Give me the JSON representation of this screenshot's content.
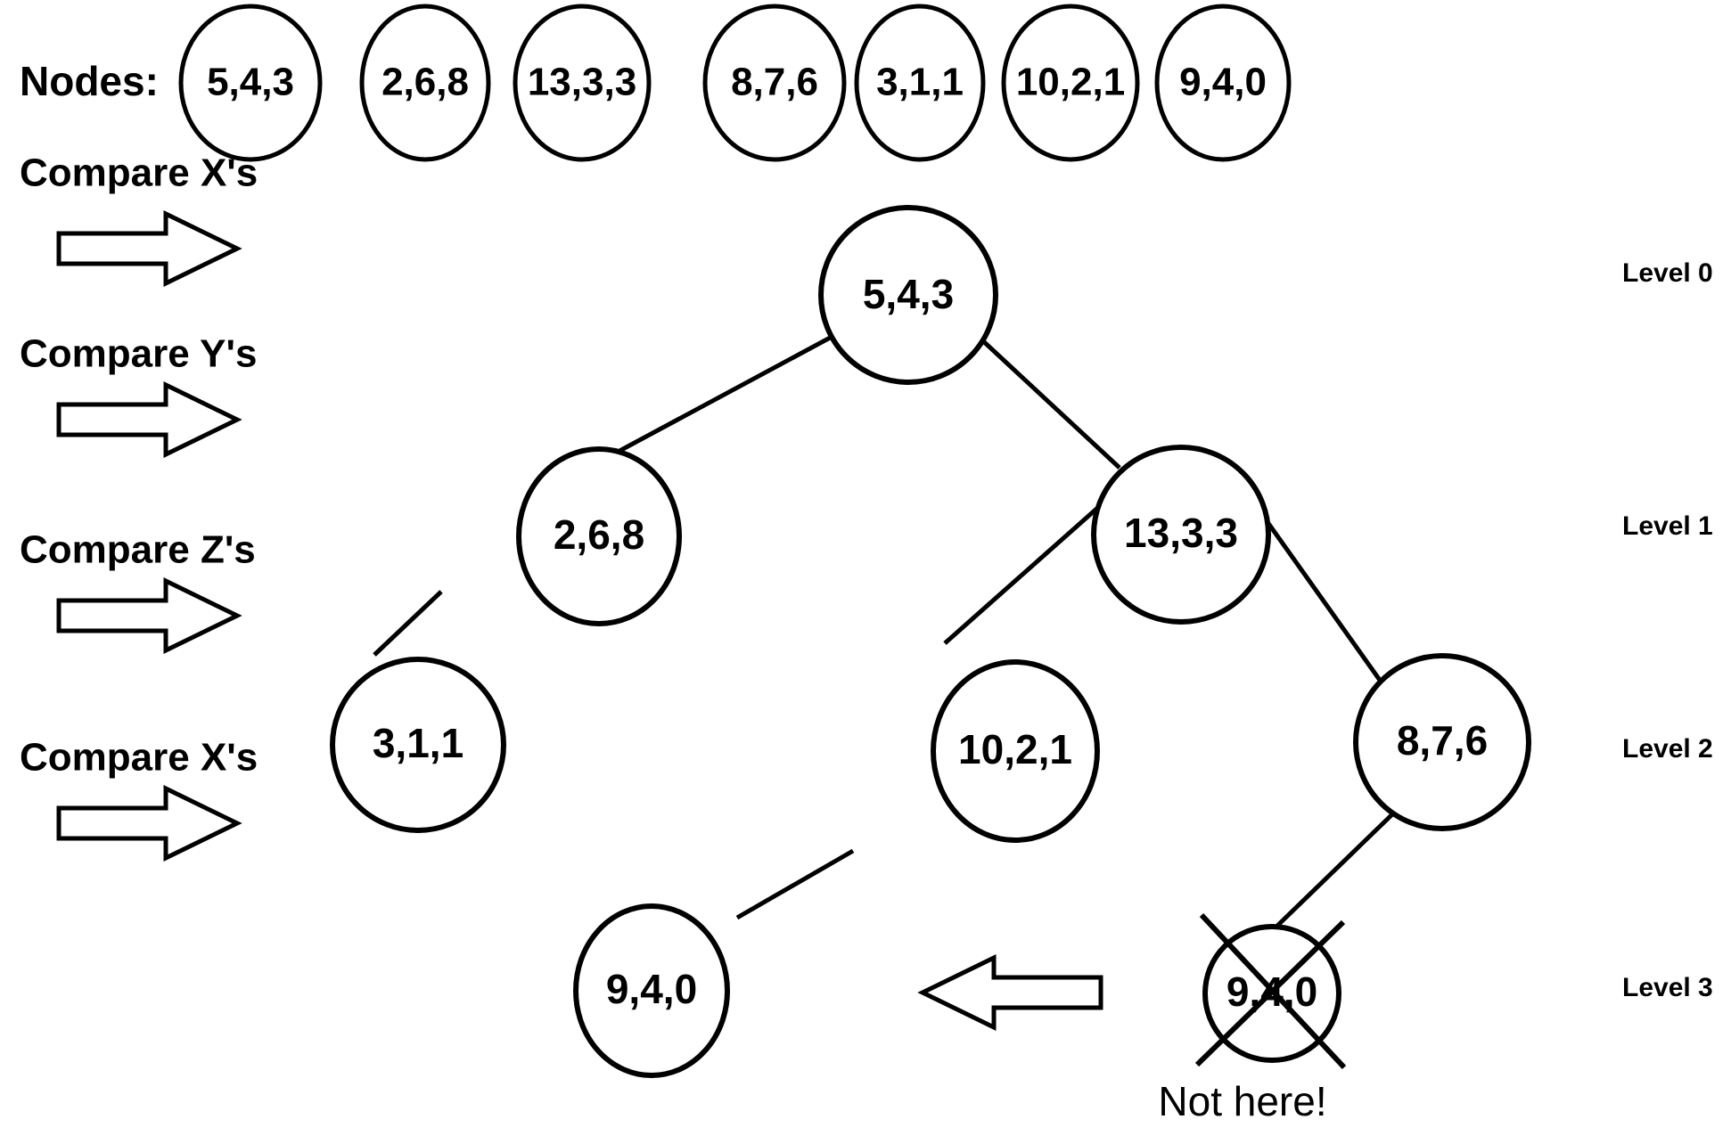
{
  "diagram": {
    "title": "KD-Tree insertion / search walkthrough",
    "background_color": "#ffffff",
    "stroke_color": "#000000",
    "fill_color": "#ffffff"
  },
  "nodes_row": {
    "label": "Nodes:",
    "items": [
      {
        "id": "pool-0",
        "text": "5,4,3"
      },
      {
        "id": "pool-1",
        "text": "2,6,8"
      },
      {
        "id": "pool-2",
        "text": "13,3,3"
      },
      {
        "id": "pool-3",
        "text": "8,7,6"
      },
      {
        "id": "pool-4",
        "text": "3,1,1"
      },
      {
        "id": "pool-5",
        "text": "10,2,1"
      },
      {
        "id": "pool-6",
        "text": "9,4,0"
      }
    ]
  },
  "compare_steps": [
    {
      "id": "step-0",
      "label": "Compare X's",
      "arrow": "right-arrow"
    },
    {
      "id": "step-1",
      "label": "Compare Y's",
      "arrow": "right-arrow"
    },
    {
      "id": "step-2",
      "label": "Compare Z's",
      "arrow": "right-arrow"
    },
    {
      "id": "step-3",
      "label": "Compare X's",
      "arrow": "right-arrow"
    }
  ],
  "level_labels": [
    {
      "id": "level-0",
      "text": "Level 0"
    },
    {
      "id": "level-1",
      "text": "Level 1"
    },
    {
      "id": "level-2",
      "text": "Level 2"
    },
    {
      "id": "level-3",
      "text": "Level 3"
    }
  ],
  "tree_nodes": [
    {
      "id": "tree-root",
      "text": "5,4,3",
      "level": 0,
      "crossed": false
    },
    {
      "id": "tree-l1-left",
      "text": "2,6,8",
      "level": 1,
      "crossed": false
    },
    {
      "id": "tree-l1-right",
      "text": "13,3,3",
      "level": 1,
      "crossed": false
    },
    {
      "id": "tree-l2-left",
      "text": "3,1,1",
      "level": 2,
      "crossed": false
    },
    {
      "id": "tree-l2-mid",
      "text": "10,2,1",
      "level": 2,
      "crossed": false
    },
    {
      "id": "tree-l2-right",
      "text": "8,7,6",
      "level": 2,
      "crossed": false
    },
    {
      "id": "tree-l3-left",
      "text": "9,4,0",
      "level": 3,
      "crossed": false
    },
    {
      "id": "tree-l3-right",
      "text": "9,4,0",
      "level": 3,
      "crossed": true
    }
  ],
  "tree_edges": [
    {
      "from": "tree-root",
      "to": "tree-l1-left"
    },
    {
      "from": "tree-root",
      "to": "tree-l1-right"
    },
    {
      "from": "tree-l1-left",
      "to": "tree-l2-left"
    },
    {
      "from": "tree-l1-right",
      "to": "tree-l2-mid"
    },
    {
      "from": "tree-l1-right",
      "to": "tree-l2-right"
    },
    {
      "from": "tree-l2-mid",
      "to": "tree-l3-left"
    },
    {
      "from": "tree-l2-right",
      "to": "tree-l3-right"
    }
  ],
  "annotations": {
    "move_arrow": "left-arrow",
    "not_here": "Not here!"
  }
}
